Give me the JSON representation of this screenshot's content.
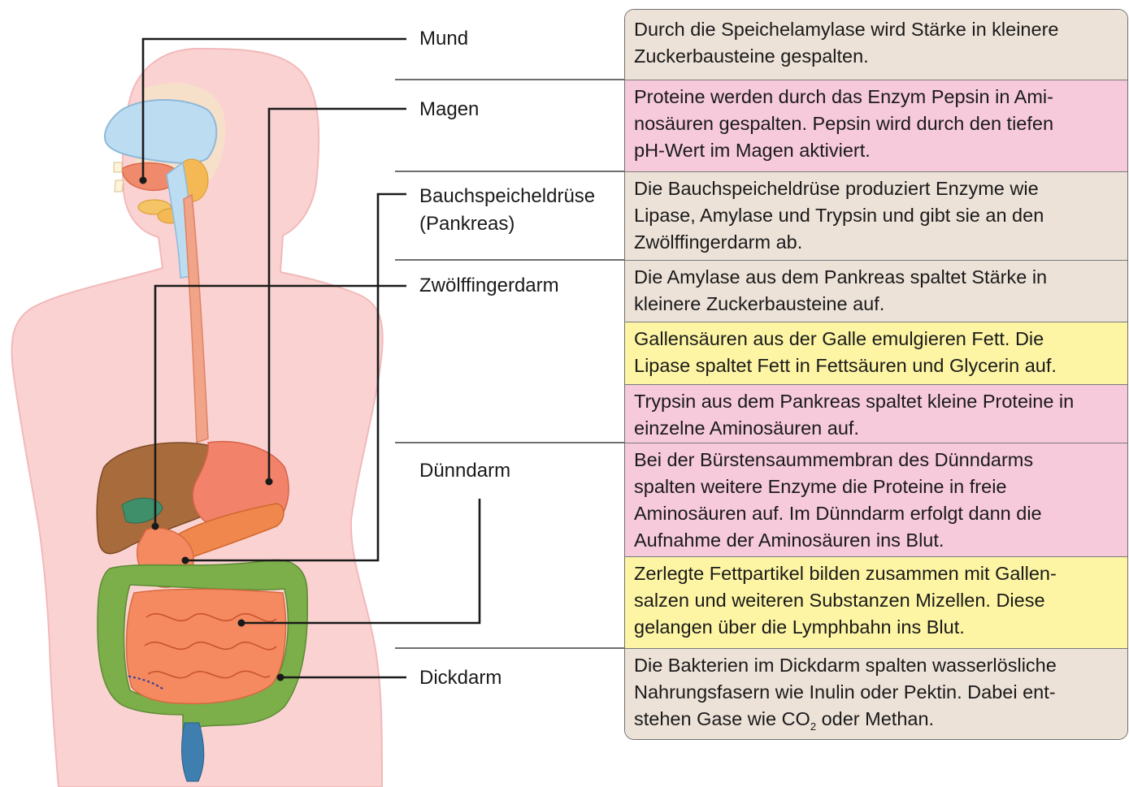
{
  "organ_labels": {
    "mund": "Mund",
    "magen": "Magen",
    "bauchspeicheldruese_1": "Bauchspeicheldrüse",
    "bauchspeicheldruese_2": "(Pankreas)",
    "zwoelffingerdarm": "Zwölffingerdarm",
    "duenndarm": "Dünndarm",
    "dickdarm": "Dickdarm"
  },
  "descriptions": {
    "mund": [
      "Durch die Speichelamylase wird Stärke in kleinere",
      "Zuckerbausteine gespalten."
    ],
    "magen": [
      "Proteine werden durch das Enzym Pepsin in Ami-",
      "nosäuren gespalten. Pepsin wird durch den tiefen",
      "pH-Wert im Magen aktiviert."
    ],
    "pankreas": [
      "Die Bauchspeicheldrüse produziert Enzyme wie",
      "Lipase, Amylase und Trypsin und gibt sie an den",
      "Zwölffingerdarm ab."
    ],
    "zwoelf_amylase": [
      "Die Amylase aus dem Pankreas spaltet Stärke in",
      "kleinere Zuckerbausteine auf."
    ],
    "zwoelf_galle": [
      "Gallensäuren aus der Galle emulgieren Fett. Die",
      "Lipase spaltet Fett in Fettsäuren und Glycerin auf."
    ],
    "zwoelf_trypsin": [
      "Trypsin aus dem Pankreas spaltet kleine Proteine in",
      "einzelne Aminosäuren auf."
    ],
    "duenn_protein": [
      "Bei der Bürstensaummembran des Dünndarms",
      "spalten weitere Enzyme die Proteine in freie",
      "Aminosäuren auf. Im Dünndarm erfolgt dann die",
      "Aufnahme der Aminosäuren ins Blut."
    ],
    "duenn_fett": [
      "Zerlegte Fettpartikel bilden zusammen mit Gallen-",
      "salzen und weiteren Substanzen Mizellen. Diese",
      "gelangen über die Lymphbahn ins Blut."
    ],
    "dickdarm_1": "Die Bakterien im Dickdarm spalten wasserlösliche",
    "dickdarm_2": "Nahrungsfasern wie Inulin oder Pektin. Dabei ent-",
    "dickdarm_3_a": "stehen Gase wie CO",
    "dickdarm_3_sub": "2",
    "dickdarm_3_b": " oder Methan."
  },
  "colors": {
    "body": "#fbd2d2",
    "nasal": "#bcdcf2",
    "esophagus": "#f2a488",
    "liver": "#a86b3c",
    "stomach": "#f2836a",
    "pancreas": "#f0884e",
    "small_intestine": "#f5895f",
    "large_intestine": "#7cae4a",
    "rectum": "#3e7fb0",
    "beige_box": "#ede2d8",
    "pink_box": "#f6c9db",
    "yellow_box": "#fdf5a3",
    "leader_line": "#1a1a1a"
  }
}
